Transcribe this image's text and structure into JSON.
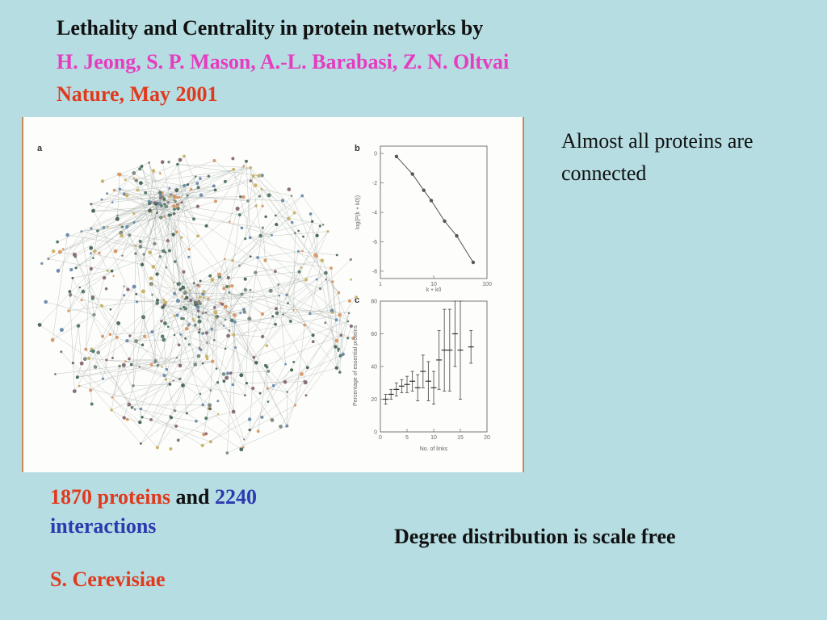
{
  "slide": {
    "title": "Lethality and Centrality in protein networks by",
    "authors": "H. Jeong, S. P. Mason, A.-L. Barabasi, Z. N. Oltvai",
    "venue": "Nature, May 2001",
    "side_text": "Almost all proteins are connected",
    "bottom_left": {
      "proteins_count": "1870 proteins",
      "and": "and",
      "interactions_count": "2240",
      "interactions_label": "interactions",
      "organism": "S. Cerevisiae"
    },
    "bottom_right": "Degree distribution is scale free",
    "colors": {
      "background": "#b6dde2",
      "red": "#e03a1e",
      "magenta": "#e63cc0",
      "blue": "#2c3ab0"
    }
  },
  "figure": {
    "panel_labels": [
      "a",
      "b",
      "c"
    ],
    "panel_b": {
      "ylabel": "log(P(k + k0))",
      "xlabel": "k + k0",
      "yticks": [
        "0",
        "-2",
        "-4",
        "-6",
        "-8"
      ],
      "xticks": [
        "1",
        "10",
        "100"
      ]
    },
    "panel_c": {
      "ylabel": "Percentage of essential proteins",
      "xlabel": "No. of links",
      "yticks": [
        "0",
        "20",
        "40",
        "60",
        "80"
      ],
      "xticks": [
        "0",
        "5",
        "10",
        "15",
        "20"
      ]
    }
  },
  "chart_data": [
    {
      "type": "line",
      "title": "",
      "xlabel": "k + k0",
      "ylabel": "log(P(k + k0))",
      "xscale": "log",
      "xlim": [
        1,
        100
      ],
      "ylim": [
        -8.5,
        0.5
      ],
      "x": [
        2,
        4,
        6.5,
        9,
        16,
        27,
        55
      ],
      "y": [
        -0.2,
        -1.4,
        -2.5,
        -3.2,
        -4.6,
        -5.6,
        -7.4
      ]
    },
    {
      "type": "scatter",
      "title": "",
      "xlabel": "No. of links",
      "ylabel": "Percentage of essential proteins",
      "xlim": [
        0,
        20
      ],
      "ylim": [
        0,
        80
      ],
      "x": [
        1,
        2,
        3,
        4,
        5,
        6,
        7,
        8,
        9,
        10,
        11,
        12,
        13,
        14,
        15,
        17
      ],
      "y": [
        20,
        23,
        26,
        28,
        29,
        31,
        27,
        37,
        31,
        27,
        44,
        50,
        50,
        60,
        50,
        52
      ],
      "yerr": [
        3,
        3,
        4,
        4,
        5,
        6,
        8,
        10,
        12,
        10,
        18,
        25,
        25,
        20,
        30,
        10
      ]
    }
  ]
}
